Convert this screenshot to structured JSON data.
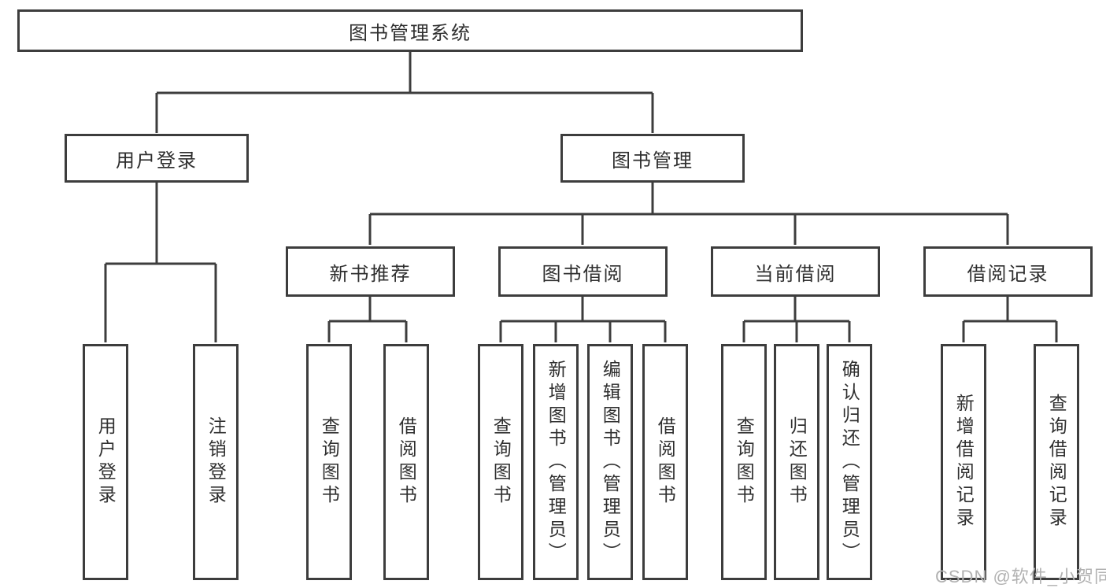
{
  "diagram": {
    "root": {
      "label": "图书管理系统",
      "children": [
        {
          "label": "用户登录",
          "children": [
            {
              "label": "用户登录"
            },
            {
              "label": "注销登录"
            }
          ]
        },
        {
          "label": "图书管理",
          "children": [
            {
              "label": "新书推荐",
              "children": [
                {
                  "label": "查询图书"
                },
                {
                  "label": "借阅图书"
                }
              ]
            },
            {
              "label": "图书借阅",
              "children": [
                {
                  "label": "查询图书"
                },
                {
                  "label": "新增图书（管理员）"
                },
                {
                  "label": "编辑图书（管理员）"
                },
                {
                  "label": "借阅图书"
                }
              ]
            },
            {
              "label": "当前借阅",
              "children": [
                {
                  "label": "查询图书"
                },
                {
                  "label": "归还图书"
                },
                {
                  "label": "确认归还（管理员）"
                }
              ]
            },
            {
              "label": "借阅记录",
              "children": [
                {
                  "label": "新增借阅记录"
                },
                {
                  "label": "查询借阅记录"
                }
              ]
            }
          ]
        }
      ]
    }
  },
  "watermark": "CSDN @软件_小贺同学",
  "colors": {
    "line": "#3d3d3d",
    "text": "#2f2f2f",
    "watermark": "#b2b2b2",
    "background": "#ffffff"
  }
}
